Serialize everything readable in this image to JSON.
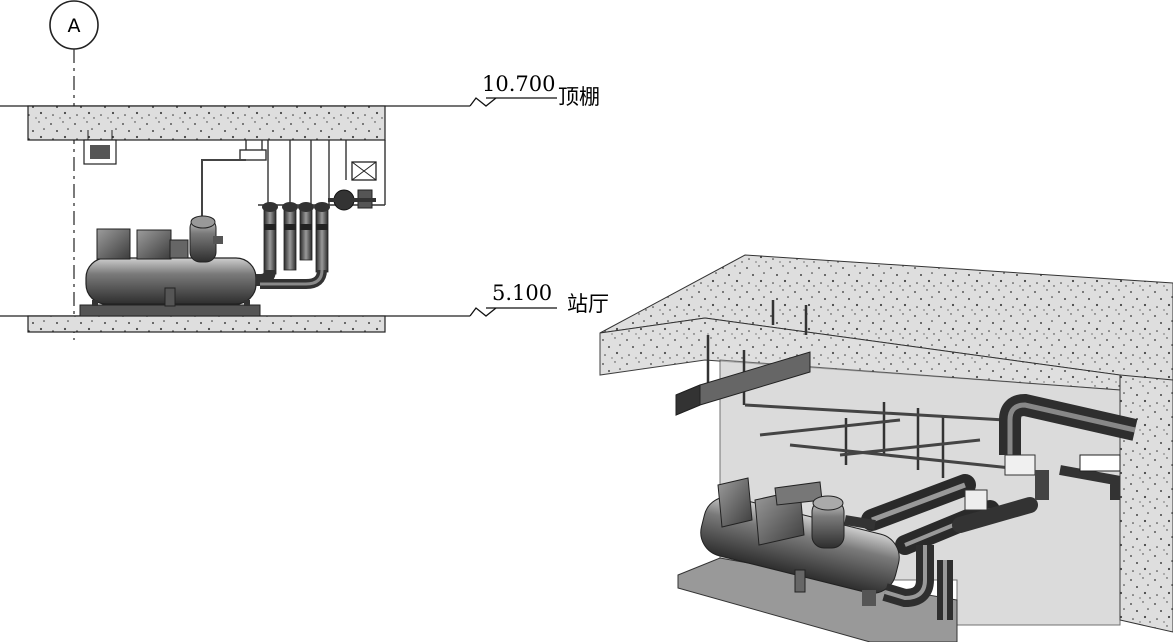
{
  "axis": {
    "label": "A"
  },
  "levels": [
    {
      "elevation": "10.700",
      "name": "顶棚"
    },
    {
      "elevation": "5.100",
      "name": "站厅"
    }
  ],
  "colors": {
    "concrete": "#dcdcdc",
    "concrete_speckle": "#3a3a3a",
    "equipment_dark": "#444444",
    "equipment_mid": "#8a8a8a",
    "wall_glass": "#cfcfcf"
  }
}
